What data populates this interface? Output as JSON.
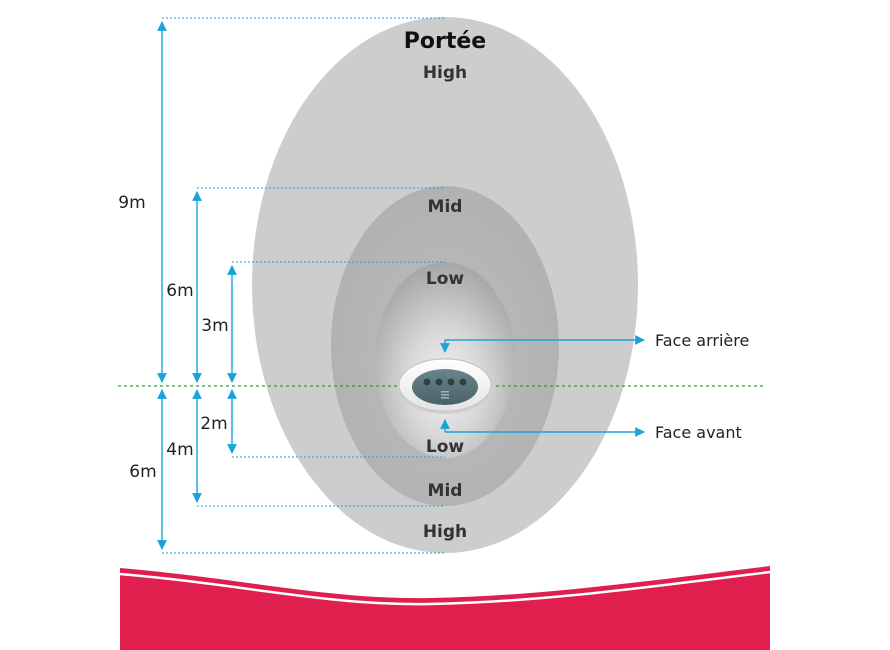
{
  "title": "Portée",
  "zones": {
    "high_top": "High",
    "mid_top": "Mid",
    "low_top": "Low",
    "low_bottom": "Low",
    "mid_bottom": "Mid",
    "high_bottom": "High"
  },
  "dimensions": {
    "high_back": "9m",
    "mid_back": "6m",
    "low_back": "3m",
    "low_front": "2m",
    "mid_front": "4m",
    "high_front": "6m"
  },
  "callouts": {
    "rear": "Face arrière",
    "front": "Face avant"
  },
  "colors": {
    "high_zone": "#cdcdcd",
    "mid_zone": "#b2b2b2",
    "low_zone": "#a6a6a6",
    "dimension_lines": "#1aa3d9",
    "axis_line": "#2e9e3a",
    "banner": "#e01f4f"
  },
  "device": {
    "icon": "remote-sensor-icon"
  }
}
